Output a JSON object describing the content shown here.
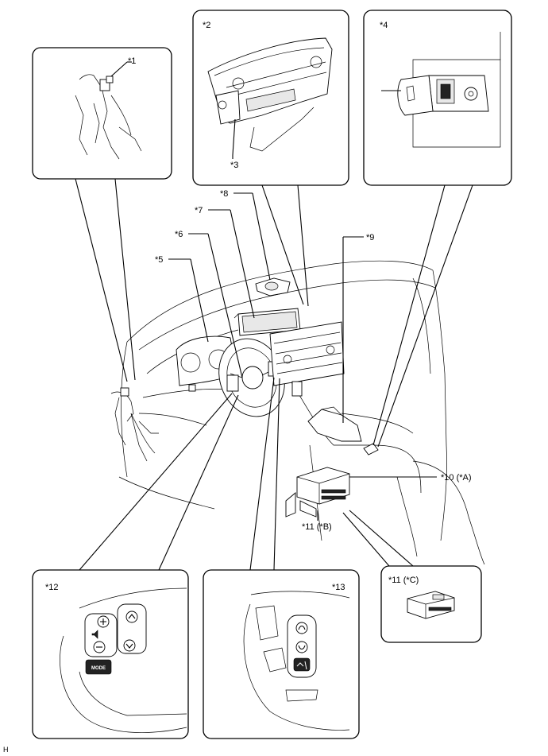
{
  "callouts": {
    "c1": "*1",
    "c2": "*2",
    "c3": "*3",
    "c4": "*4",
    "c5": "*5",
    "c6": "*6",
    "c7": "*7",
    "c8": "*8",
    "c9": "*9",
    "c10": "*10 (*A)",
    "c11b": "*11 (*B)",
    "c11c": "*11 (*C)",
    "c12": "*12",
    "c13": "*13"
  },
  "switch_labels": {
    "mode": "MODE"
  },
  "figure_code": "H"
}
